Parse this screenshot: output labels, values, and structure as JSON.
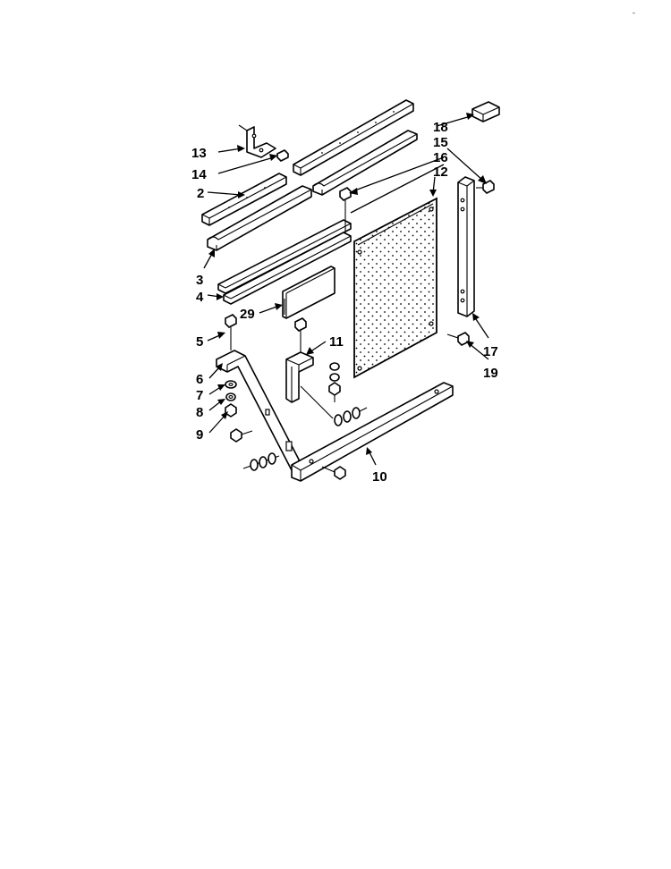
{
  "corner_mark": "-",
  "callouts": [
    {
      "id": "18",
      "text": "18"
    },
    {
      "id": "15",
      "text": "15"
    },
    {
      "id": "13",
      "text": "13"
    },
    {
      "id": "16",
      "text": "16"
    },
    {
      "id": "12",
      "text": "12"
    },
    {
      "id": "14",
      "text": "14"
    },
    {
      "id": "2",
      "text": "2"
    },
    {
      "id": "3",
      "text": "3"
    },
    {
      "id": "4",
      "text": "4"
    },
    {
      "id": "29",
      "text": "29"
    },
    {
      "id": "5",
      "text": "5"
    },
    {
      "id": "11",
      "text": "11"
    },
    {
      "id": "6",
      "text": "6"
    },
    {
      "id": "7",
      "text": "7"
    },
    {
      "id": "8",
      "text": "8"
    },
    {
      "id": "9",
      "text": "9"
    },
    {
      "id": "17",
      "text": "17"
    },
    {
      "id": "19",
      "text": "19"
    },
    {
      "id": "10",
      "text": "10"
    }
  ]
}
